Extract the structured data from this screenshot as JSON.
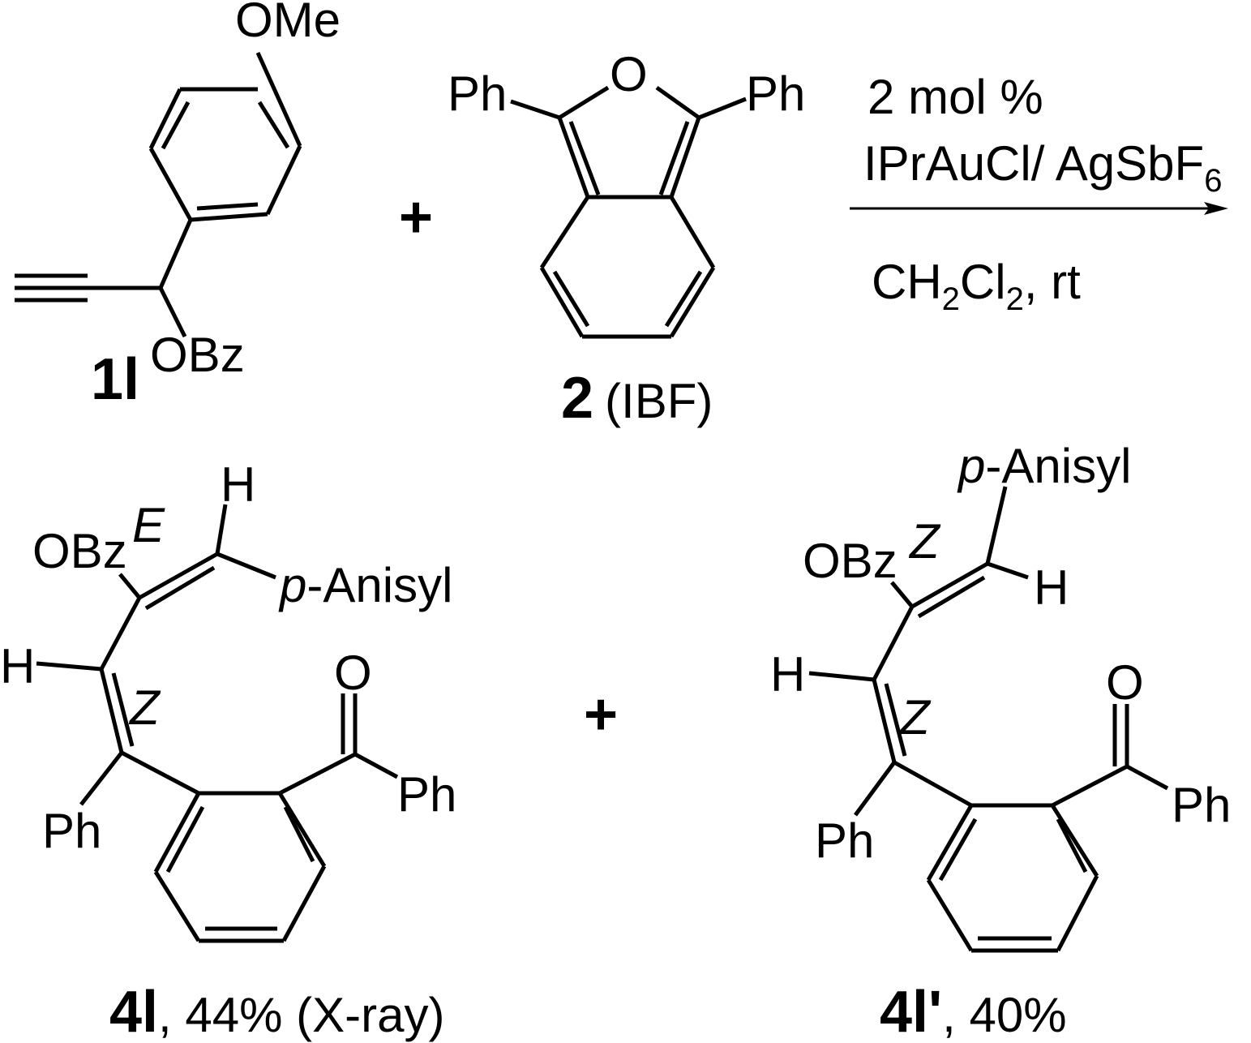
{
  "reactant1": {
    "ome": "OMe",
    "obz": "OBz",
    "label": "1l"
  },
  "plus": "+",
  "reactant2": {
    "o": "O",
    "ph_left": "Ph",
    "ph_right": "Ph",
    "label": "2",
    "abbr": "(IBF)"
  },
  "conditions": {
    "line1": "2 mol %",
    "cat": "IPrAuCl/ AgSbF",
    "cat_sub": "6",
    "solv_a": "CH",
    "solv_sub1": "2",
    "solv_b": "Cl",
    "solv_sub2": "2",
    "solv_c": ", rt"
  },
  "product1": {
    "h_top": "H",
    "obz": "OBz",
    "e": "E",
    "anisyl_p": "p",
    "anisyl": "-Anisyl",
    "h_left": "H",
    "z": "Z",
    "o": "O",
    "ph_co": "Ph",
    "ph": "Ph",
    "label": "4l",
    "yield": ", 44% (X-ray)"
  },
  "product2": {
    "anisyl_p": "p",
    "anisyl": "-Anisyl",
    "obz": "OBz",
    "z_top": "Z",
    "h_right": "H",
    "h_left": "H",
    "z": "Z",
    "o": "O",
    "ph_co": "Ph",
    "ph": "Ph",
    "label": "4l'",
    "yield": ", 40%"
  }
}
